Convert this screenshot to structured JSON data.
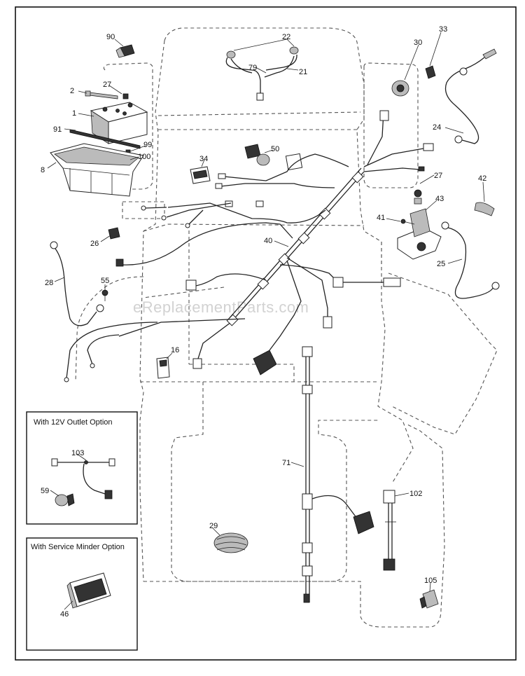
{
  "watermark": "eReplacementParts.com",
  "callouts": [
    "90",
    "22",
    "79",
    "21",
    "30",
    "33",
    "2",
    "27",
    "1",
    "91",
    "99",
    "100",
    "8",
    "34",
    "50",
    "24",
    "27",
    "42",
    "41",
    "43",
    "26",
    "40",
    "28",
    "55",
    "25",
    "16",
    "71",
    "102",
    "105",
    "29",
    "103",
    "59",
    "46"
  ],
  "options": {
    "outlet_title": "With 12V Outlet Option",
    "minder_title": "With Service Minder Option"
  }
}
